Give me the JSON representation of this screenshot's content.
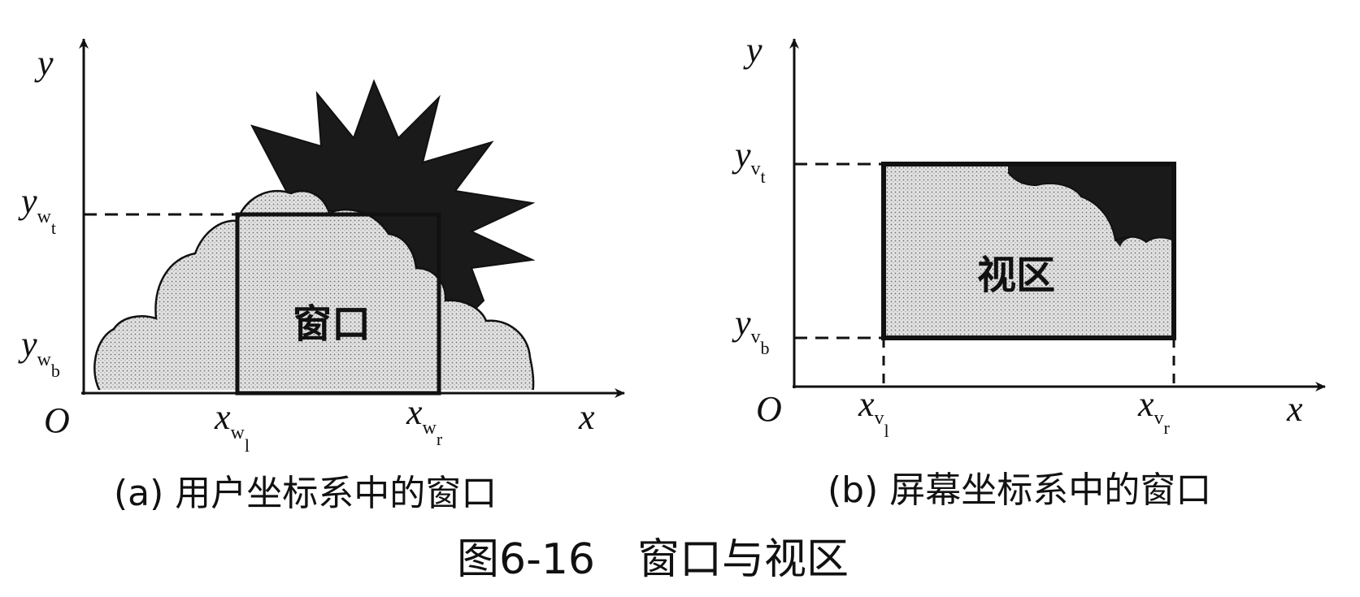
{
  "figure": {
    "caption": "图6-16　窗口与视区",
    "panel_a": {
      "subcaption": "(a) 用户坐标系中的窗口",
      "window_label": "窗口",
      "origin": "O",
      "axis_x": "x",
      "axis_y": "y",
      "x_left": {
        "base": "x",
        "sub": "w",
        "subsub": "l"
      },
      "x_right": {
        "base": "x",
        "sub": "w",
        "subsub": "r"
      },
      "y_top": {
        "base": "y",
        "sub": "w",
        "subsub": "t"
      },
      "y_bottom": {
        "base": "y",
        "sub": "w",
        "subsub": "b"
      }
    },
    "panel_b": {
      "subcaption": "(b) 屏幕坐标系中的窗口",
      "viewport_label": "视区",
      "origin": "O",
      "axis_x": "x",
      "axis_y": "y",
      "x_left": {
        "base": "x",
        "sub": "v",
        "subsub": "l"
      },
      "x_right": {
        "base": "x",
        "sub": "v",
        "subsub": "r"
      },
      "y_top": {
        "base": "y",
        "sub": "v",
        "subsub": "t"
      },
      "y_bottom": {
        "base": "y",
        "sub": "v",
        "subsub": "b"
      }
    },
    "colors": {
      "ink": "#111111",
      "cloud_fill": "#d9d9d9",
      "star_fill": "#1a1a1a",
      "paper": "#ffffff"
    }
  }
}
